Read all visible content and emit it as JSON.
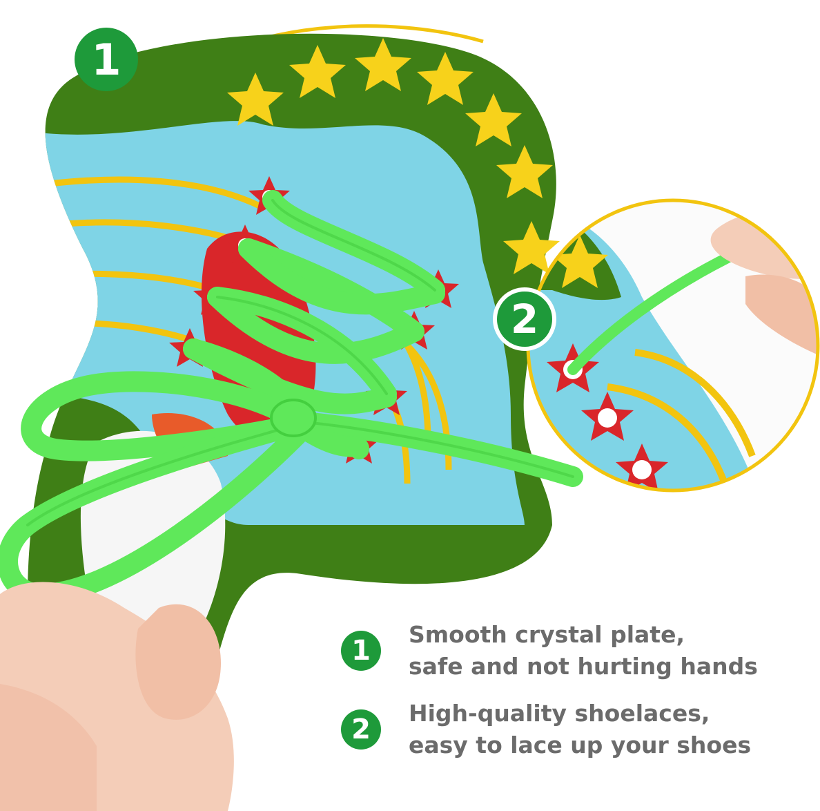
{
  "badges": {
    "top": "1",
    "middle": "2"
  },
  "features": [
    {
      "number": "1",
      "line1": "Smooth crystal plate,",
      "line2": "safe and not hurting hands"
    },
    {
      "number": "2",
      "line1": "High-quality shoelaces,",
      "line2": "easy to lace up your shoes"
    }
  ],
  "colors": {
    "badge_green": "#1e9a3a",
    "text_gray": "#6b6b6b",
    "shoe_dark_green": "#3f7f16",
    "shoe_light_blue": "#7fd4e6",
    "lace_green": "#5fe85a",
    "star_yellow": "#f7d21b",
    "eyelet_red": "#d9262a",
    "callout_outline": "#f2c40f"
  }
}
